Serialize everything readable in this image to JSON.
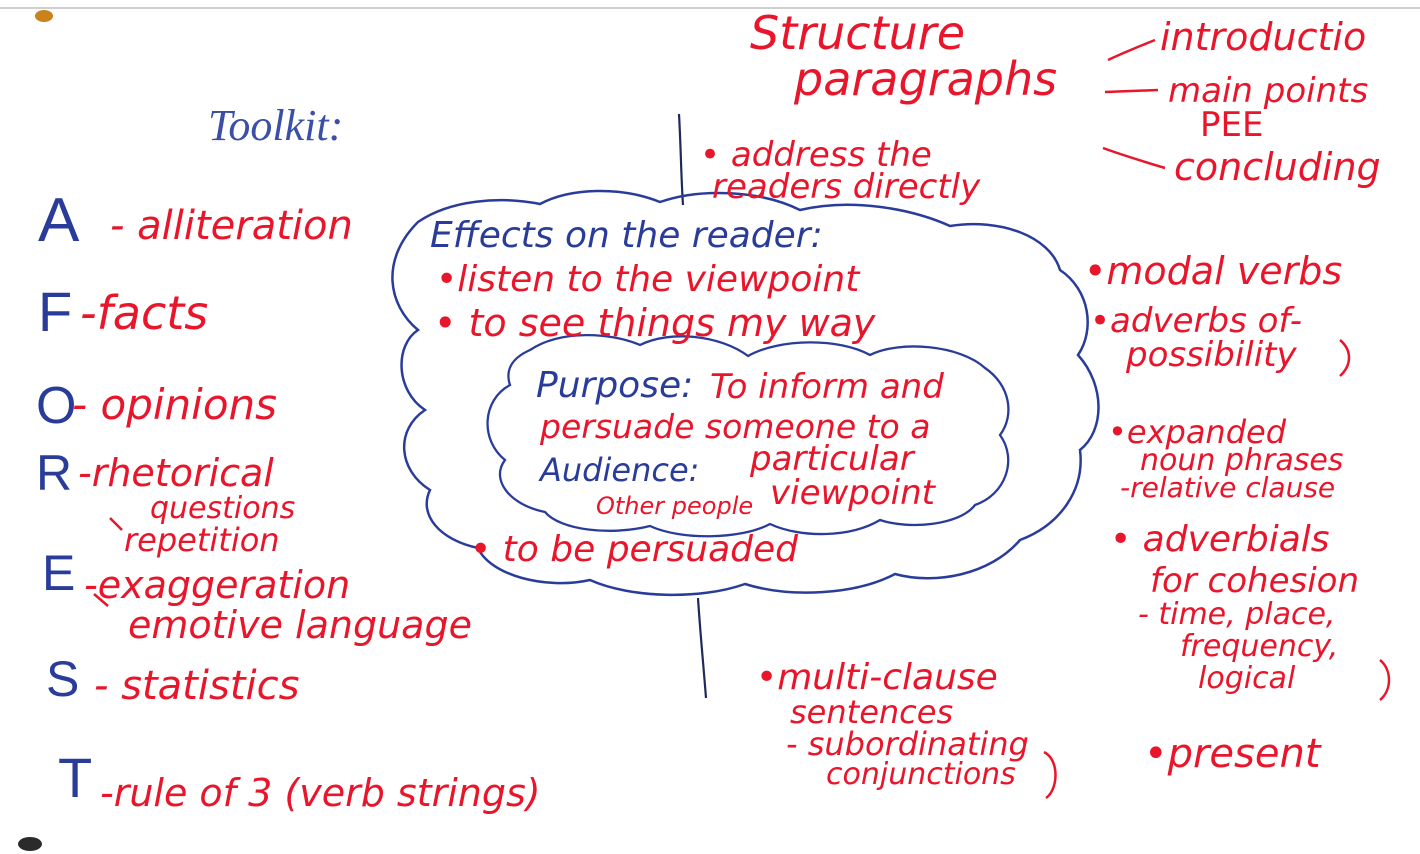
{
  "colors": {
    "red_ink": "#e8152b",
    "blue_ink": "#2a3c9a",
    "board": "#ffffff"
  },
  "toolkit": {
    "title": "Toolkit:",
    "items": [
      {
        "letter": "A",
        "text": "- alliteration"
      },
      {
        "letter": "F",
        "text": "-facts"
      },
      {
        "letter": "O",
        "text": "- opinions"
      },
      {
        "letter": "R",
        "text": "-rhetorical",
        "text2": "questions",
        "text3": "repetition"
      },
      {
        "letter": "E",
        "text": "-exaggeration",
        "text2": "emotive language"
      },
      {
        "letter": "S",
        "text": "- statistics"
      },
      {
        "letter": "T",
        "text": "-rule of 3 (verb strings)"
      }
    ]
  },
  "structure": {
    "label1": "Structure",
    "label2": "paragraphs",
    "items": [
      "introductio",
      "main points",
      "PEE",
      "concluding"
    ]
  },
  "centre": {
    "effects_title": "Effects on the reader:",
    "effects": [
      "•listen to the viewpoint",
      "• to see things my way",
      "• to be persuaded"
    ],
    "purpose_label": "Purpose:",
    "purpose_text1": "To inform and",
    "purpose_text2": "persuade someone to a",
    "purpose_text3": "particular",
    "purpose_text4": "viewpoint",
    "audience_label": "Audience:",
    "audience_value": "Other people"
  },
  "features": {
    "address1": "• address the",
    "address2": "readers directly",
    "modal": "•modal verbs",
    "adverbs1": "•adverbs of-",
    "adverbs2": "possibility",
    "expanded1": "•expanded",
    "expanded2": "noun phrases",
    "expanded3": "-relative clause",
    "adverbials1": "• adverbials",
    "adverbials2": "for cohesion",
    "adverbials3": "- time, place,",
    "adverbials4": "frequency,",
    "adverbials5": "logical",
    "multi1": "•multi-clause",
    "multi2": "sentences",
    "multi3": "- subordinating",
    "multi4": "conjunctions",
    "present": "•present"
  }
}
